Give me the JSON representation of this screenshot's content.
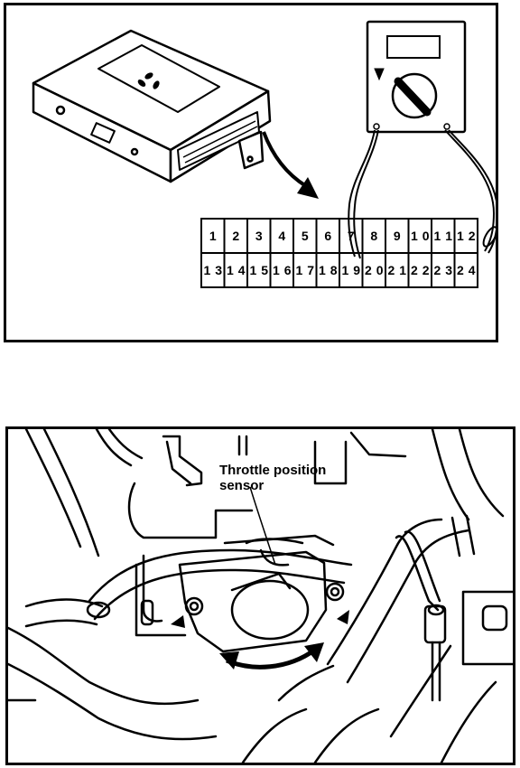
{
  "top_diagram": {
    "connector": {
      "top_row": [
        "1",
        "2",
        "3",
        "4",
        "5",
        "6",
        "7",
        "8",
        "9",
        "10",
        "11",
        "12"
      ],
      "bottom_row": [
        "13",
        "14",
        "15",
        "16",
        "17",
        "18",
        "19",
        "20",
        "21",
        "22",
        "23",
        "24"
      ]
    }
  },
  "bottom_diagram": {
    "callout_line1": "Throttle position",
    "callout_line2": "sensor"
  },
  "colors": {
    "ink": "#000000",
    "paper": "#ffffff"
  }
}
